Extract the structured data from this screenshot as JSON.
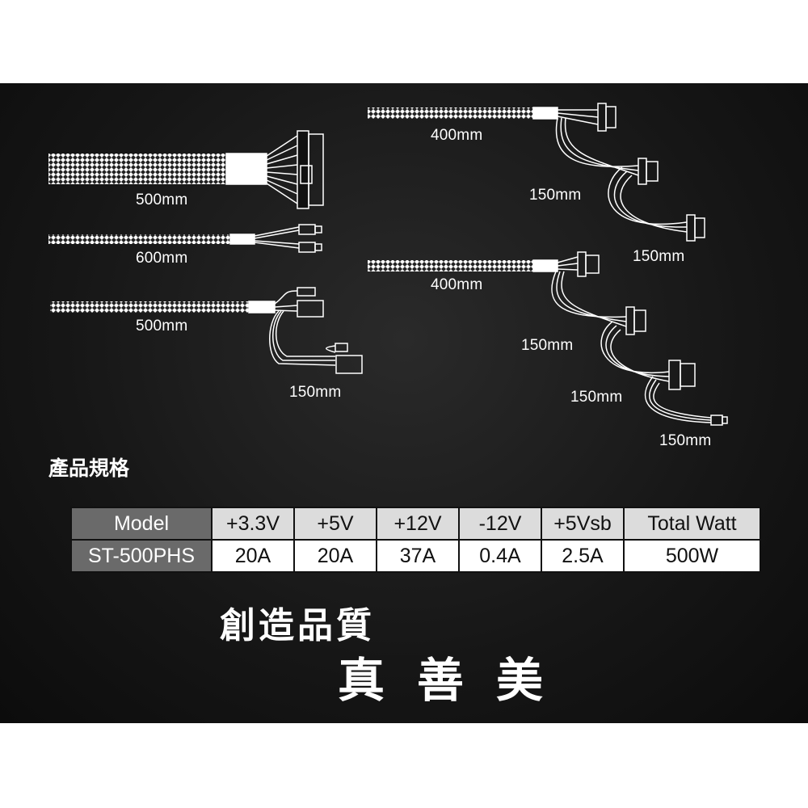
{
  "cables": {
    "left": [
      "500mm",
      "600mm",
      "500mm",
      "150mm"
    ],
    "right_top": [
      "400mm",
      "150mm",
      "150mm"
    ],
    "right_bottom": [
      "400mm",
      "150mm",
      "150mm",
      "150mm"
    ]
  },
  "spec_title": "產品規格",
  "table": {
    "headers": [
      "Model",
      "+3.3V",
      "+5V",
      "+12V",
      "-12V",
      "+5Vsb",
      "Total Watt"
    ],
    "rows": [
      [
        "ST-500PHS",
        "20A",
        "20A",
        "37A",
        "0.4A",
        "2.5A",
        "500W"
      ]
    ]
  },
  "slogan": {
    "line1": "創造品質",
    "line2": "真善美"
  }
}
